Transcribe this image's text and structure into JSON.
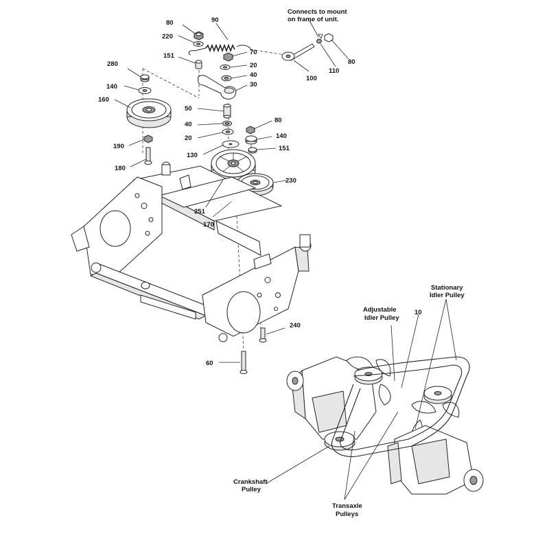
{
  "callouts": {
    "c10": "10",
    "c20a": "20",
    "c20b": "20",
    "c30": "30",
    "c40a": "40",
    "c40b": "40",
    "c50": "50",
    "c60": "60",
    "c70": "70",
    "c80a": "80",
    "c80b": "80",
    "c80c": "80",
    "c90": "90",
    "c100": "100",
    "c110": "110",
    "c130": "130",
    "c140a": "140",
    "c140b": "140",
    "c151a": "151",
    "c151b": "151",
    "c160": "160",
    "c170": "170",
    "c180": "180",
    "c190": "190",
    "c220": "220",
    "c230": "230",
    "c240": "240",
    "c251": "251",
    "c280": "280"
  },
  "annotations": {
    "mount_line1": "Connects to mount",
    "mount_line2": "on frame of unit.",
    "stationary_line1": "Stationary",
    "stationary_line2": "Idler Pulley",
    "adjustable_line1": "Adjustable",
    "adjustable_line2": "Idler Pulley",
    "crankshaft_line1": "Crankshaft",
    "crankshaft_line2": "Pulley",
    "transaxle_line1": "Transaxle",
    "transaxle_line2": "Pulleys"
  },
  "colors": {
    "line": "#222222",
    "part_fill": "#ffffff",
    "part_shade": "#e6e6e6",
    "part_dark": "#9a9a9a"
  }
}
